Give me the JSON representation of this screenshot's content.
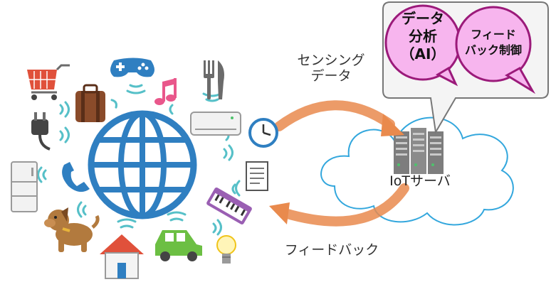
{
  "labels": {
    "sensing_line1": "センシング",
    "sensing_line2": "データ",
    "feedback": "フィードバック",
    "server": "IoTサーバ",
    "analysis_line1": "データ",
    "analysis_line2": "分析",
    "analysis_line3": "（AI）",
    "control_line1": "フィード",
    "control_line2": "バック制御"
  },
  "colors": {
    "globe_blue": "#2f7fc1",
    "signal_teal": "#56c0c8",
    "arrow_orange": "#e98a4d",
    "cloud_outline": "#33a7dd",
    "bubble_pink": "#f7b5ee",
    "bubble_border": "#9b1a7a",
    "panel_border": "#777777"
  },
  "icons": [
    "shopping-cart-icon",
    "suitcase-icon",
    "game-controller-icon",
    "music-note-icon",
    "fork-knife-icon",
    "air-conditioner-icon",
    "power-plug-icon",
    "refrigerator-icon",
    "telephone-icon",
    "dog-icon",
    "house-icon",
    "car-icon",
    "light-bulb-icon",
    "keyboard-instrument-icon",
    "document-icon",
    "clock-icon",
    "globe-icon",
    "server-rack-icon",
    "cloud-icon"
  ]
}
